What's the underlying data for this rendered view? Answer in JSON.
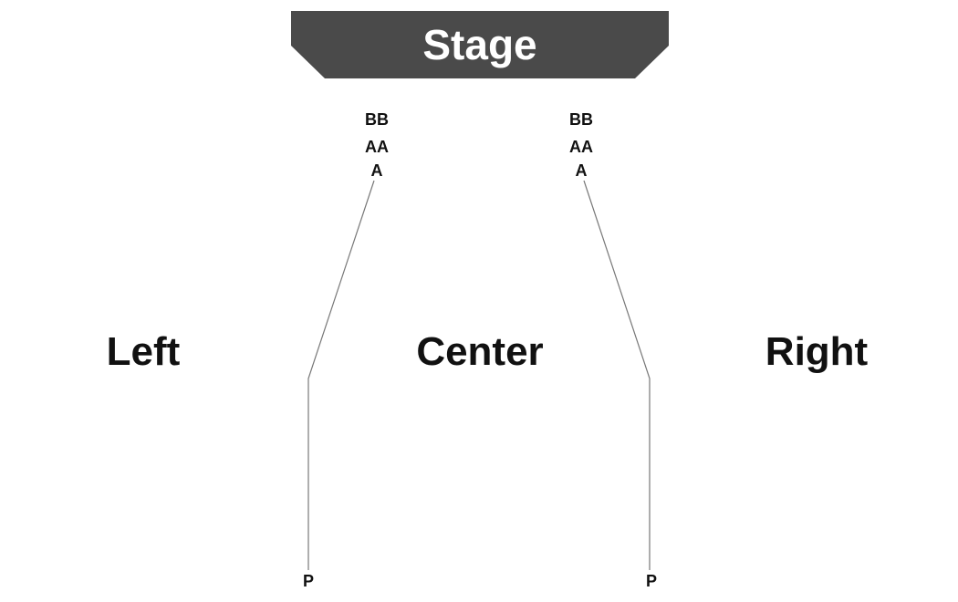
{
  "stage": {
    "label": "Stage",
    "fill": "#4a4a4a",
    "text_color": "#ffffff"
  },
  "aisles": {
    "left": {
      "rows": [
        "BB",
        "AA",
        "A"
      ],
      "bottom_row": "P"
    },
    "right": {
      "rows": [
        "BB",
        "AA",
        "A"
      ],
      "bottom_row": "P"
    },
    "line_color": "#777777"
  },
  "sections": {
    "left": "Left",
    "center": "Center",
    "right": "Right"
  }
}
